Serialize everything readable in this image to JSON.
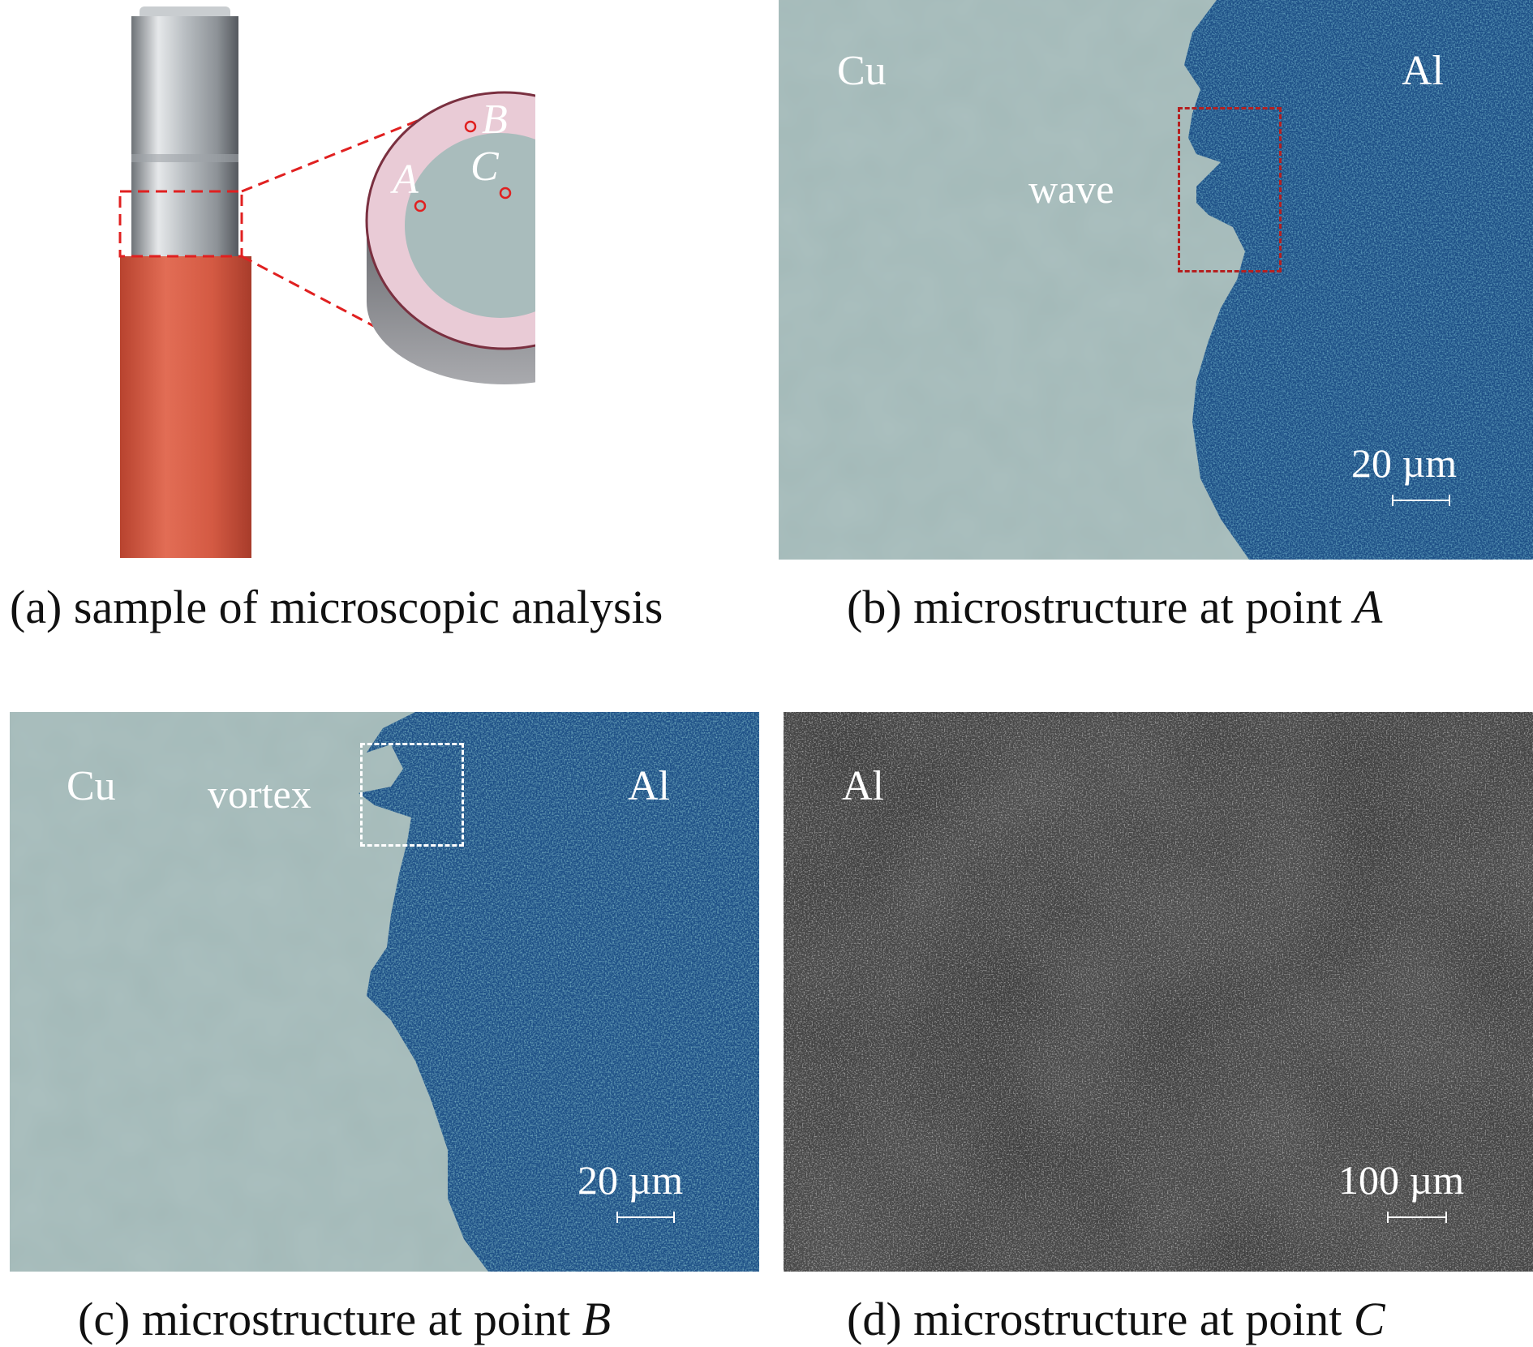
{
  "panels": {
    "a": {
      "caption": "(a) sample of microscopic analysis",
      "points": {
        "A": "A",
        "B": "B",
        "C": "C"
      },
      "colors": {
        "cable": "#d8604a",
        "ring": "#e9cbd6",
        "core": "#a9bcbc",
        "highlight": "#e02020"
      }
    },
    "b": {
      "caption_prefix": "(b) microstructure at point ",
      "caption_point": "A",
      "label_cu": "Cu",
      "label_al": "Al",
      "feature": "wave",
      "scale": "20 µm",
      "colors": {
        "cu": "#a3b9b8",
        "al": "#1d4f86",
        "box": "#b52020"
      }
    },
    "c": {
      "caption_prefix": "(c) microstructure at point ",
      "caption_point": "B",
      "label_cu": "Cu",
      "label_al": "Al",
      "feature": "vortex",
      "scale": "20 µm",
      "colors": {
        "cu": "#a3b9b8",
        "al": "#1d4f86",
        "box": "#ffffff"
      }
    },
    "d": {
      "caption_prefix": "(d) microstructure at point ",
      "caption_point": "C",
      "label_al": "Al",
      "scale": "100 µm",
      "colors": {
        "al": "#3a3a3a"
      }
    }
  }
}
